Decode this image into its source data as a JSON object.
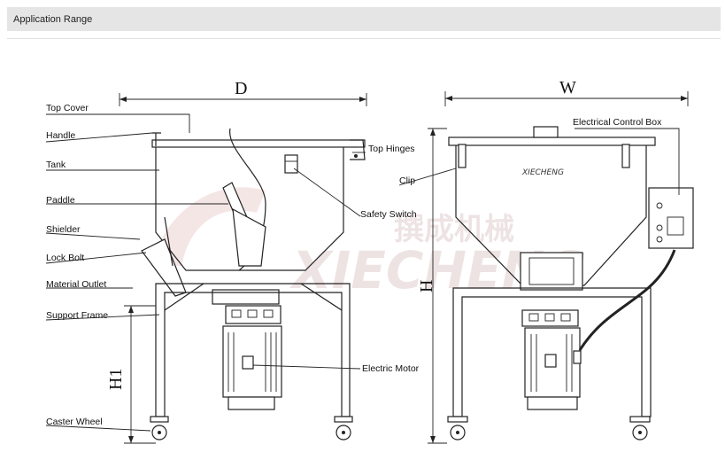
{
  "header": {
    "title": "Application Range"
  },
  "diagram": {
    "dimensions": {
      "d": "D",
      "w": "W",
      "h": "H",
      "h1": "H1"
    },
    "labels": {
      "top_cover": "Top Cover",
      "handle": "Handle",
      "tank": "Tank",
      "paddle": "Paddle",
      "shielder": "Shielder",
      "lock_bolt": "Lock Bolt",
      "material_outlet": "Material Outlet",
      "support_frame": "Support Frame",
      "caster_wheel": "Caster Wheel",
      "top_hinges": "Top Hinges",
      "clip": "Clip",
      "safety_switch": "Safety Switch",
      "electric_motor": "Electric Motor",
      "electrical_control_box": "Electrical Control Box"
    },
    "watermark": {
      "brand_cn": "撰成机械",
      "brand_en": "XIECHENG"
    },
    "colors": {
      "line": "#222222",
      "watermark": "#e3b7b7",
      "header_bg": "#e5e5e5"
    }
  }
}
